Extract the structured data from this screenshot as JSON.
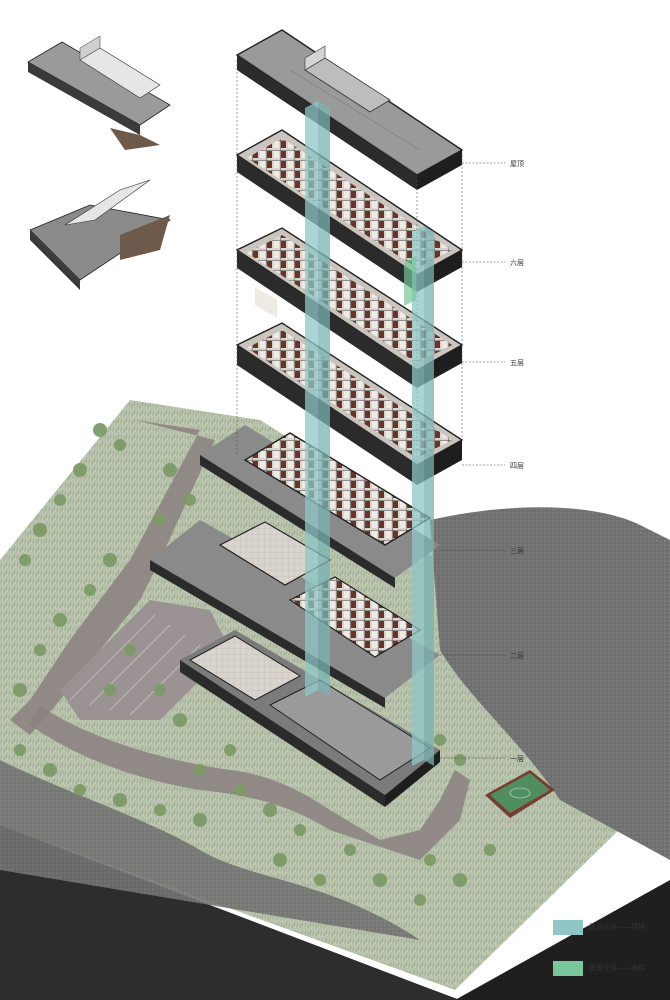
{
  "floor_labels": {
    "roof": "屋顶",
    "f6": "六层",
    "f5": "五层",
    "f4": "四层",
    "f3": "三层",
    "f2": "二层",
    "f1": "一层"
  },
  "legend": {
    "stairs": {
      "label": "垂直交通——楼梯",
      "color": "#8fc7c7"
    },
    "elevator": {
      "label": "垂直交通——电梯",
      "color": "#76c79a"
    }
  },
  "colors": {
    "slab_gray": "#8e8e8e",
    "wall_dark": "#2b2b2b",
    "room_brown": "#6b3328",
    "stair_teal": "#8fc7c7",
    "elevator_green": "#76c79a",
    "grass": "#a7b79a",
    "tree": "#6f8f5a",
    "hill": "#6b6b6b",
    "road": "#8a8080",
    "ground_side": "#2a2a2a"
  }
}
